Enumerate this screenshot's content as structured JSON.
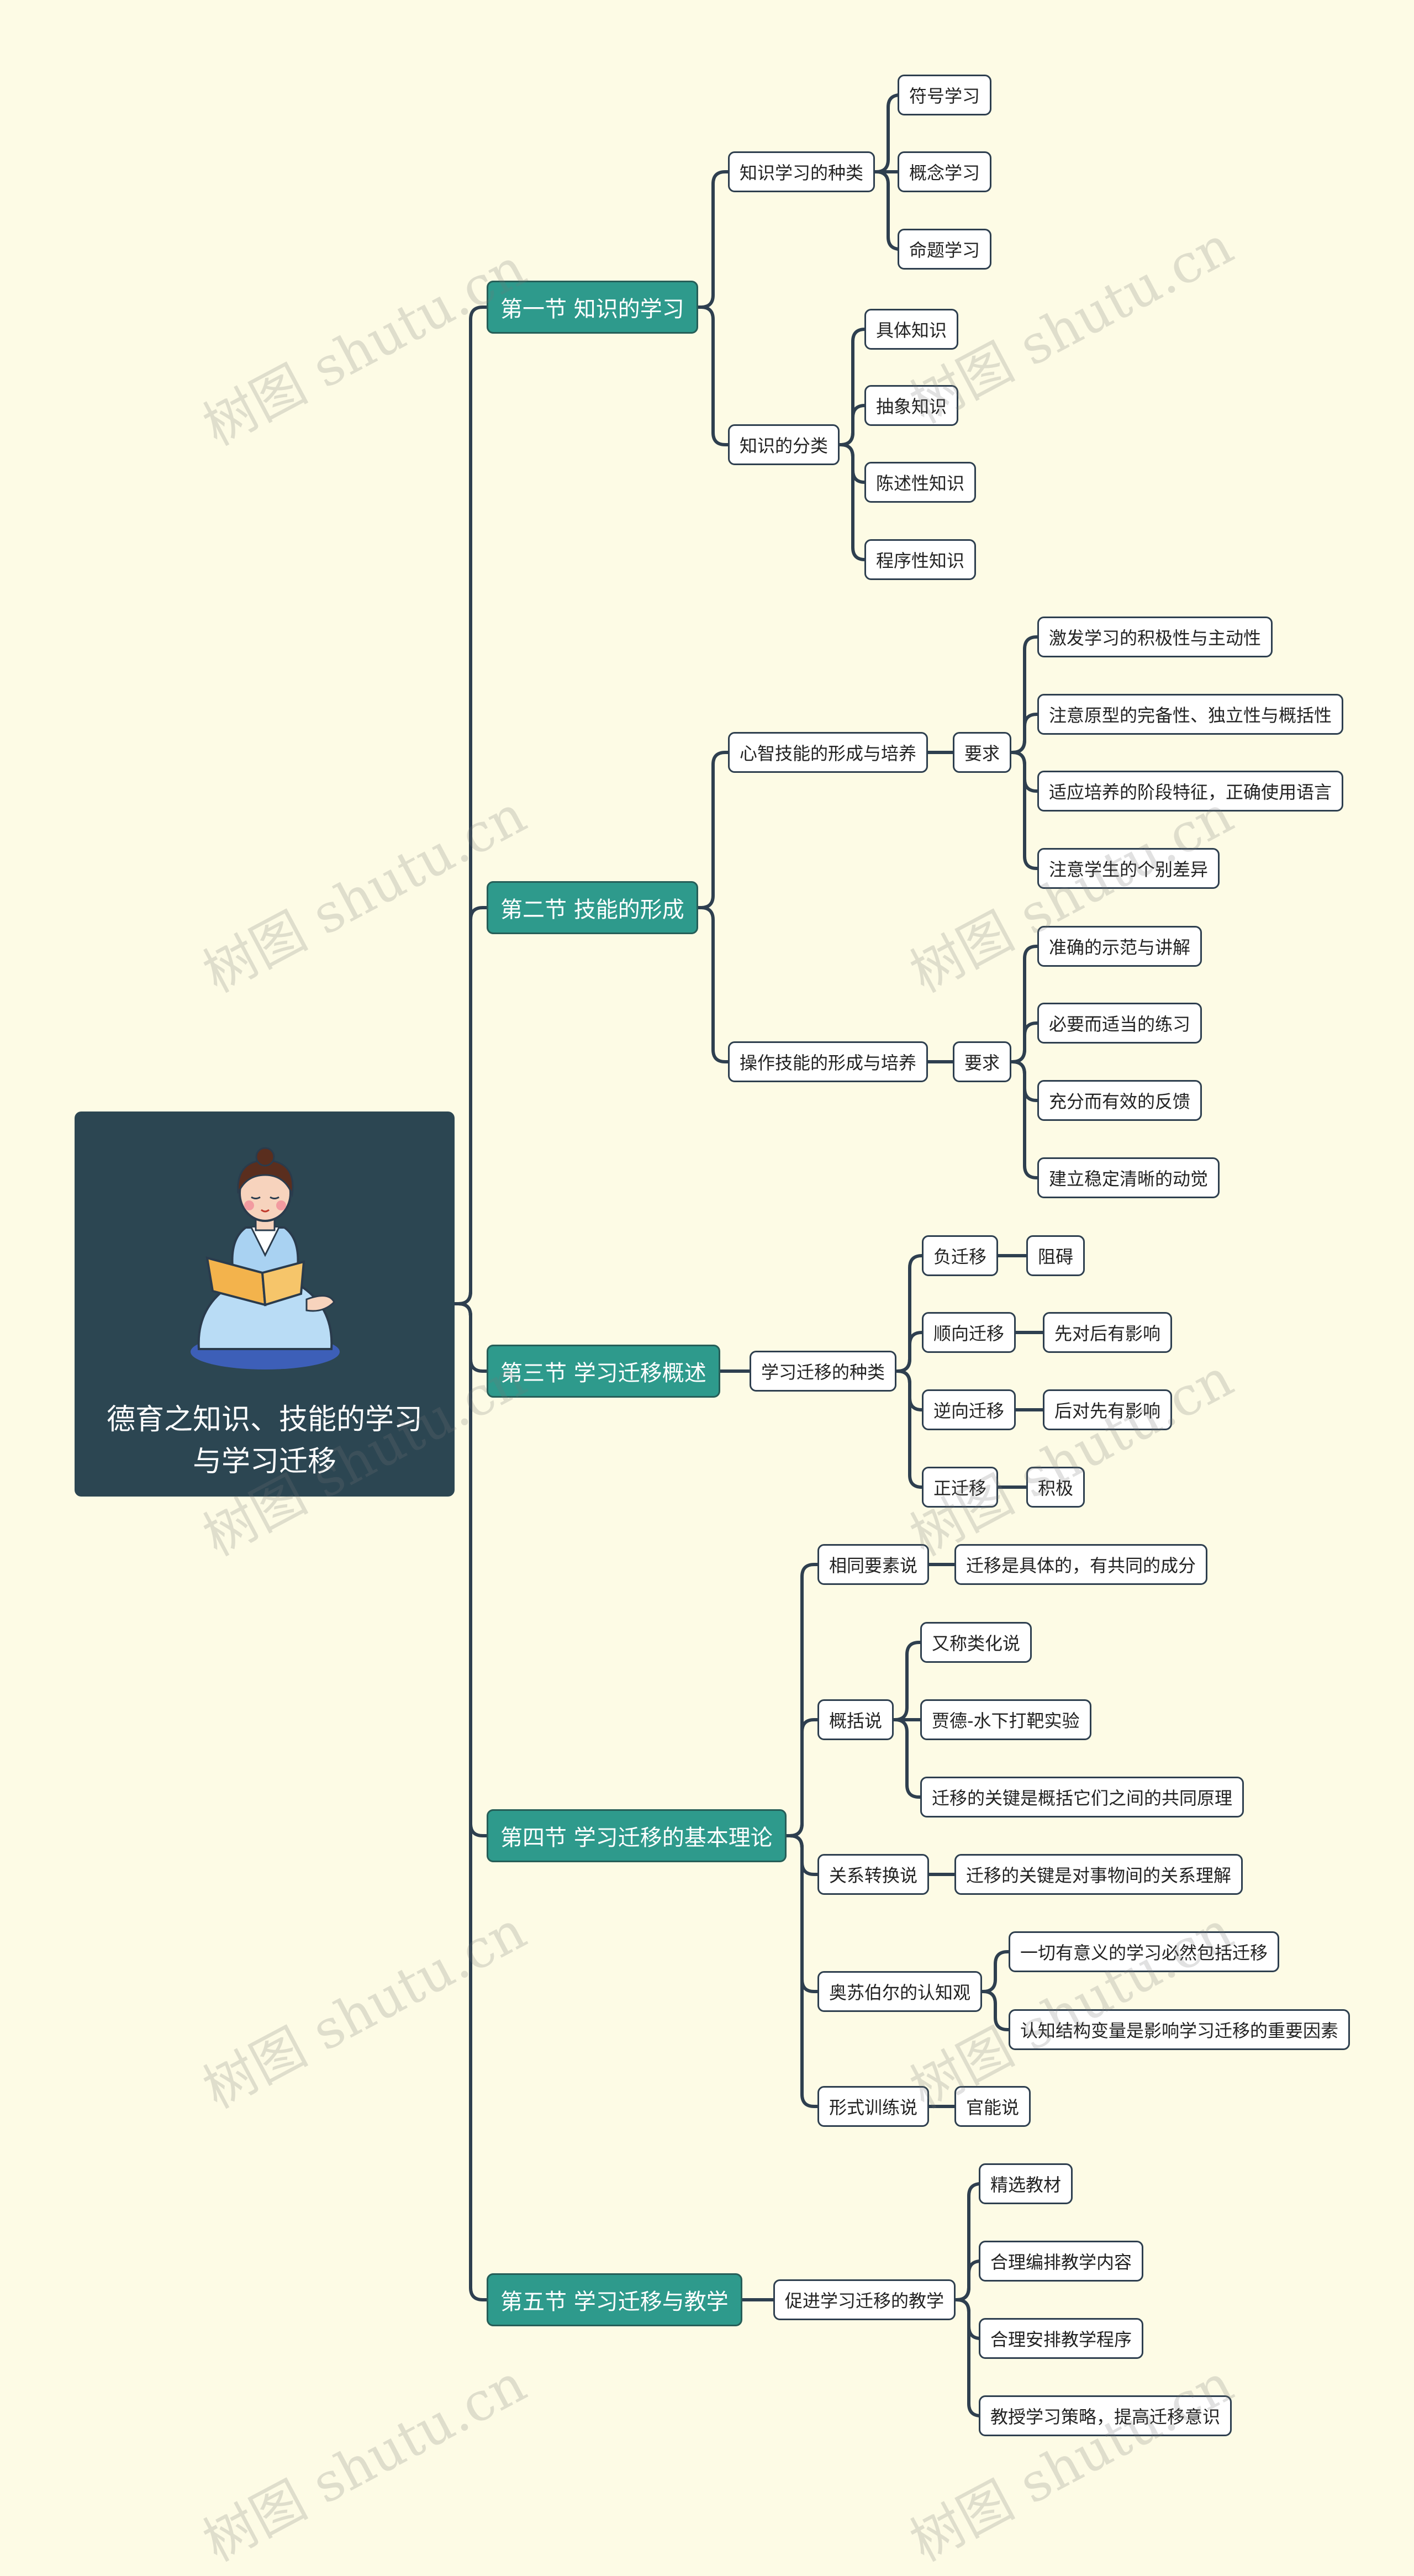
{
  "watermark": "树图 shutu.cn",
  "root": {
    "title": "德育之知识、技能的学习\n与学习迁移"
  },
  "nodes": {
    "s1": "第一节 知识的学习",
    "s1_types": "知识学习的种类",
    "s1_types_1": "符号学习",
    "s1_types_2": "概念学习",
    "s1_types_3": "命题学习",
    "s1_class": "知识的分类",
    "s1_class_1": "具体知识",
    "s1_class_2": "抽象知识",
    "s1_class_3": "陈述性知识",
    "s1_class_4": "程序性知识",
    "s2": "第二节 技能的形成",
    "s2_mind": "心智技能的形成与培养",
    "s2_mind_req": "要求",
    "s2_mind_req_1": "激发学习的积极性与主动性",
    "s2_mind_req_2": "注意原型的完备性、独立性与概括性",
    "s2_mind_req_3": "适应培养的阶段特征，正确使用语言",
    "s2_mind_req_4": "注意学生的个别差异",
    "s2_op": "操作技能的形成与培养",
    "s2_op_req": "要求",
    "s2_op_req_1": "准确的示范与讲解",
    "s2_op_req_2": "必要而适当的练习",
    "s2_op_req_3": "充分而有效的反馈",
    "s2_op_req_4": "建立稳定清晰的动觉",
    "s3": "第三节 学习迁移概述",
    "s3_types": "学习迁移的种类",
    "s3_neg": "负迁移",
    "s3_neg_d": "阻碍",
    "s3_fwd": "顺向迁移",
    "s3_fwd_d": "先对后有影响",
    "s3_back": "逆向迁移",
    "s3_back_d": "后对先有影响",
    "s3_pos": "正迁移",
    "s3_pos_d": "积极",
    "s4": "第四节 学习迁移的基本理论",
    "s4_same": "相同要素说",
    "s4_same_d": "迁移是具体的，有共同的成分",
    "s4_gen": "概括说",
    "s4_gen_1": "又称类化说",
    "s4_gen_2": "贾德-水下打靶实验",
    "s4_gen_3": "迁移的关键是概括它们之间的共同原理",
    "s4_rel": "关系转换说",
    "s4_rel_d": "迁移的关键是对事物间的关系理解",
    "s4_aus": "奥苏伯尔的认知观",
    "s4_aus_1": "一切有意义的学习必然包括迁移",
    "s4_aus_2": "认知结构变量是影响学习迁移的重要因素",
    "s4_form": "形式训练说",
    "s4_form_d": "官能说",
    "s5": "第五节 学习迁移与教学",
    "s5_promote": "促进学习迁移的教学",
    "s5_p1": "精选教材",
    "s5_p2": "合理编排教学内容",
    "s5_p3": "合理安排教学程序",
    "s5_p4": "教授学习策略，提高迁移意识"
  },
  "colors": {
    "background": "#fdfbe5",
    "root": "#2c4652",
    "section": "#2e9a8c",
    "line": "#2e3f4f"
  },
  "icons": {
    "root_illustration": "reading-woman-icon"
  }
}
